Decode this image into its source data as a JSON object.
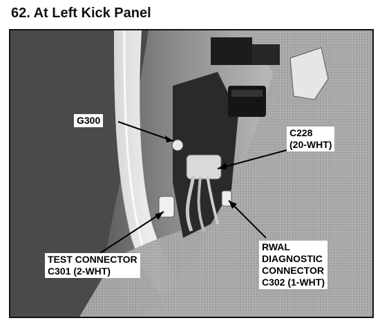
{
  "title": "62. At Left Kick Panel",
  "callouts": {
    "g300": "G300",
    "c228": [
      "C228",
      "(20-WHT)"
    ],
    "test_connector": [
      "TEST CONNECTOR",
      "C301 (2-WHT)"
    ],
    "rwal": [
      "RWAL",
      "DIAGNOSTIC",
      "CONNECTOR",
      "C302 (1-WHT)"
    ]
  }
}
